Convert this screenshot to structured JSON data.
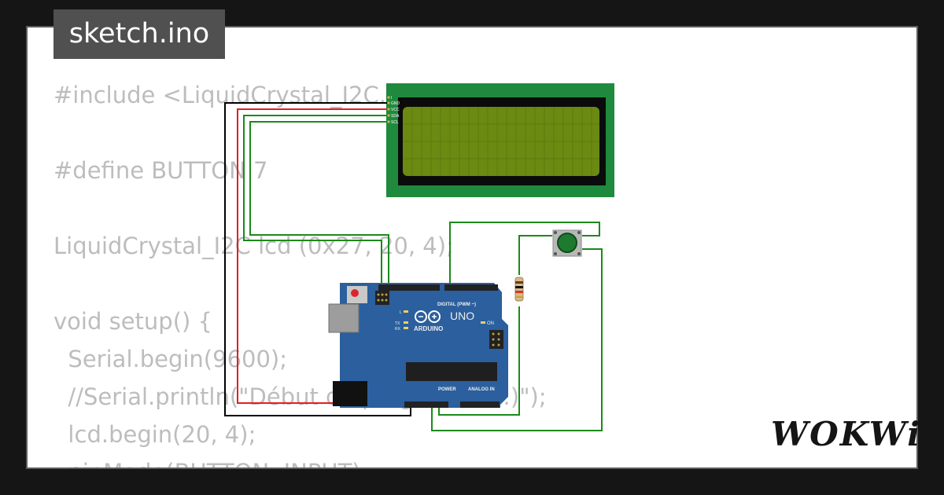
{
  "tab": {
    "filename": "sketch.ino"
  },
  "code": [
    "#include <LiquidCrystal_I2C.h>",
    "",
    "#define BUTTON 7",
    "",
    "LiquidCrystal_I2C lcd (0x27, 20, 4);",
    "",
    "void setup() {",
    "  Serial.begin(9600);",
    "  //Serial.println(\"Début du programme :)\");",
    "  lcd.begin(20, 4);",
    "  pinMode(BUTTON, INPUT);"
  ],
  "lcd": {
    "pins": [
      "I",
      "GND",
      "VCC",
      "SDA",
      "SCL"
    ],
    "screen_color": "#6b8a12",
    "board_color": "#1f8a3d"
  },
  "arduino": {
    "brand": "ARDUINO",
    "model": "UNO",
    "digital_label": "DIGITAL (PWM ~)",
    "analog_label": "ANALOG IN",
    "power_label": "POWER",
    "led_labels": [
      "L",
      "TX",
      "RX"
    ],
    "on_label": "ON",
    "board_color": "#2b5f9e"
  },
  "wires": {
    "gnd_color": "#000000",
    "vcc_color": "#e02020",
    "signal_color": "#1a8a1a"
  },
  "button": {
    "cap_color": "#1e7a2e"
  },
  "logo": {
    "text": "WOKWi"
  }
}
